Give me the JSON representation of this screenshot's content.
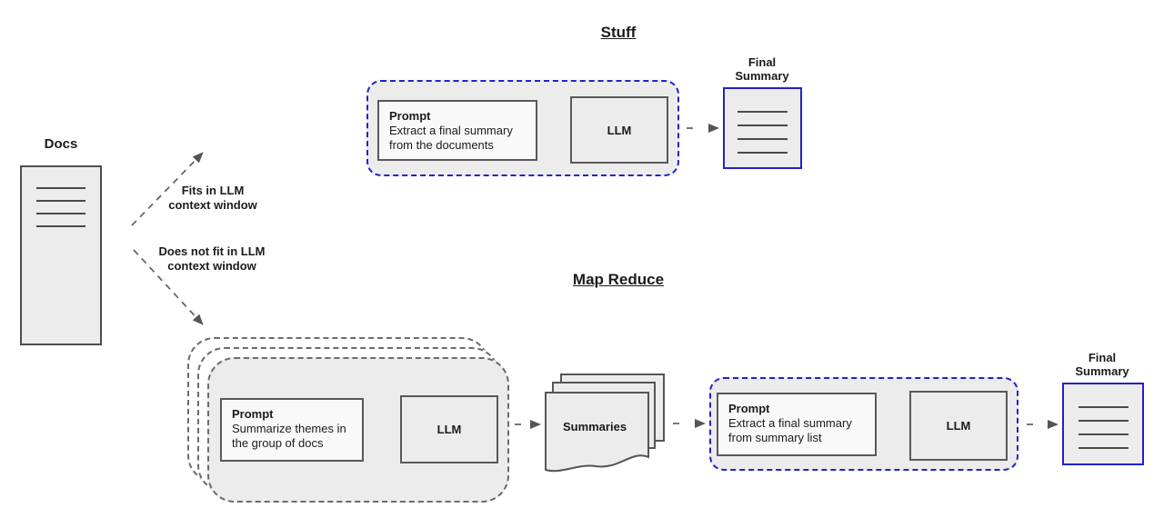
{
  "colors": {
    "accent_blue": "#2222cc",
    "shape_fill": "#ececec",
    "border_gray": "#595959",
    "text": "#1b1b1b"
  },
  "docs": {
    "label": "Docs"
  },
  "branches": {
    "fit": "Fits in LLM\ncontext window",
    "no_fit": "Does not fit in LLM\ncontext window"
  },
  "stuff": {
    "title": "Stuff",
    "prompt_title": "Prompt",
    "prompt_text": "Extract a final summary\nfrom the documents",
    "llm_label": "LLM",
    "final_label": "Final\nSummary"
  },
  "map_reduce": {
    "title": "Map Reduce",
    "map_prompt_title": "Prompt",
    "map_prompt_text": "Summarize themes in\nthe group of docs",
    "map_llm_label": "LLM",
    "summaries_label": "Summaries",
    "reduce_prompt_title": "Prompt",
    "reduce_prompt_text": "Extract a final summary\nfrom summary list",
    "reduce_llm_label": "LLM",
    "final_label": "Final\nSummary"
  }
}
